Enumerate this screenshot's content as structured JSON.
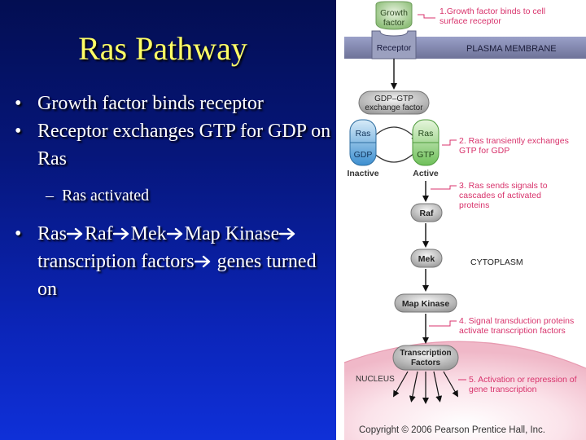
{
  "slide": {
    "title": "Ras Pathway",
    "bullets": [
      "Growth factor binds receptor",
      "Receptor exchanges GTP for GDP on Ras"
    ],
    "sub_bullet": "Ras activated",
    "chain": {
      "ras": "Ras",
      "raf": "Raf",
      "mek": "Mek",
      "map_kinase": "Map Kinase",
      "transcription_factors": "transcription factors",
      "genes": " genes turned on"
    }
  },
  "diagram": {
    "growth_factor": "Growth factor",
    "receptor": "Receptor",
    "plasma_membrane": "PLASMA MEMBRANE",
    "exchange_factor": "GDP–GTP exchange factor",
    "ras_inactive": {
      "top": "Ras",
      "bottom": "GDP",
      "label": "Inactive"
    },
    "ras_active": {
      "top": "Ras",
      "bottom": "GTP",
      "label": "Active"
    },
    "raf": "Raf",
    "mek": "Mek",
    "map_kinase": "Map Kinase",
    "cytoplasm": "CYTOPLASM",
    "transcription_factors": "Transcription Factors",
    "nucleus": "NUCLEUS",
    "steps": [
      "1.Growth factor binds to cell surface receptor",
      "2. Ras transiently exchanges GTP for GDP",
      "3. Ras sends signals to cascades of activated proteins",
      "4. Signal transduction proteins activate transcription factors",
      "5. Activation or repression of gene transcription"
    ],
    "copyright": "Copyright © 2006 Pearson Prentice Hall, Inc."
  },
  "colors": {
    "title": "#ffff66",
    "step_text": "#d8336c",
    "arrow": "#111111",
    "ras_inactive": "#4a9fd8",
    "ras_active": "#8ed07a",
    "membrane": "#7f83a8"
  }
}
